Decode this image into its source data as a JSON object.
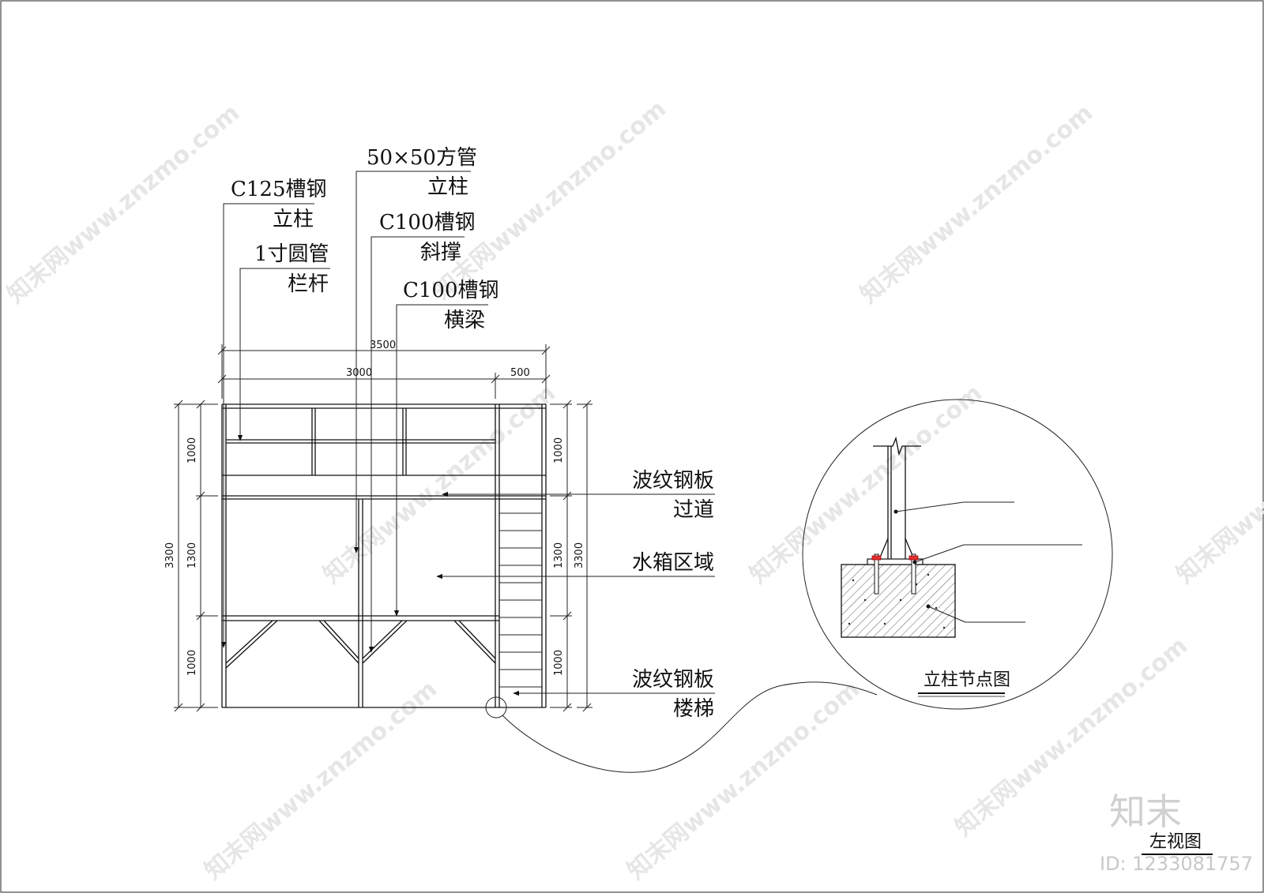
{
  "labels": {
    "c125_line1": "C125槽钢",
    "c125_line2": "立柱",
    "square_line1": "50×50方管",
    "square_line2": "立柱",
    "brace_line1": "C100槽钢",
    "brace_line2": "斜撑",
    "railing_line1": "1寸圆管",
    "railing_line2": "栏杆",
    "beam_line1": "C100槽钢",
    "beam_line2": "横梁",
    "walk_line1": "波纹钢板",
    "walk_line2": "过道",
    "tank": "水箱区域",
    "stair_line1": "波纹钢板",
    "stair_line2": "楼梯"
  },
  "dimensions": {
    "total_width": "3500",
    "main_width": "3000",
    "stair_width": "500",
    "left_total": "3300",
    "left_top": "1000",
    "left_mid": "1300",
    "left_bottom": "1000",
    "right_top": "1000",
    "right_mid": "1300",
    "right_bottom": "1000",
    "right_total": "3300"
  },
  "detail": {
    "title": "立柱节点图"
  },
  "view_title": "左视图",
  "watermark": {
    "site": "知末网www.znzmo.com",
    "brand": "知末",
    "id": "ID: 1233081757"
  }
}
